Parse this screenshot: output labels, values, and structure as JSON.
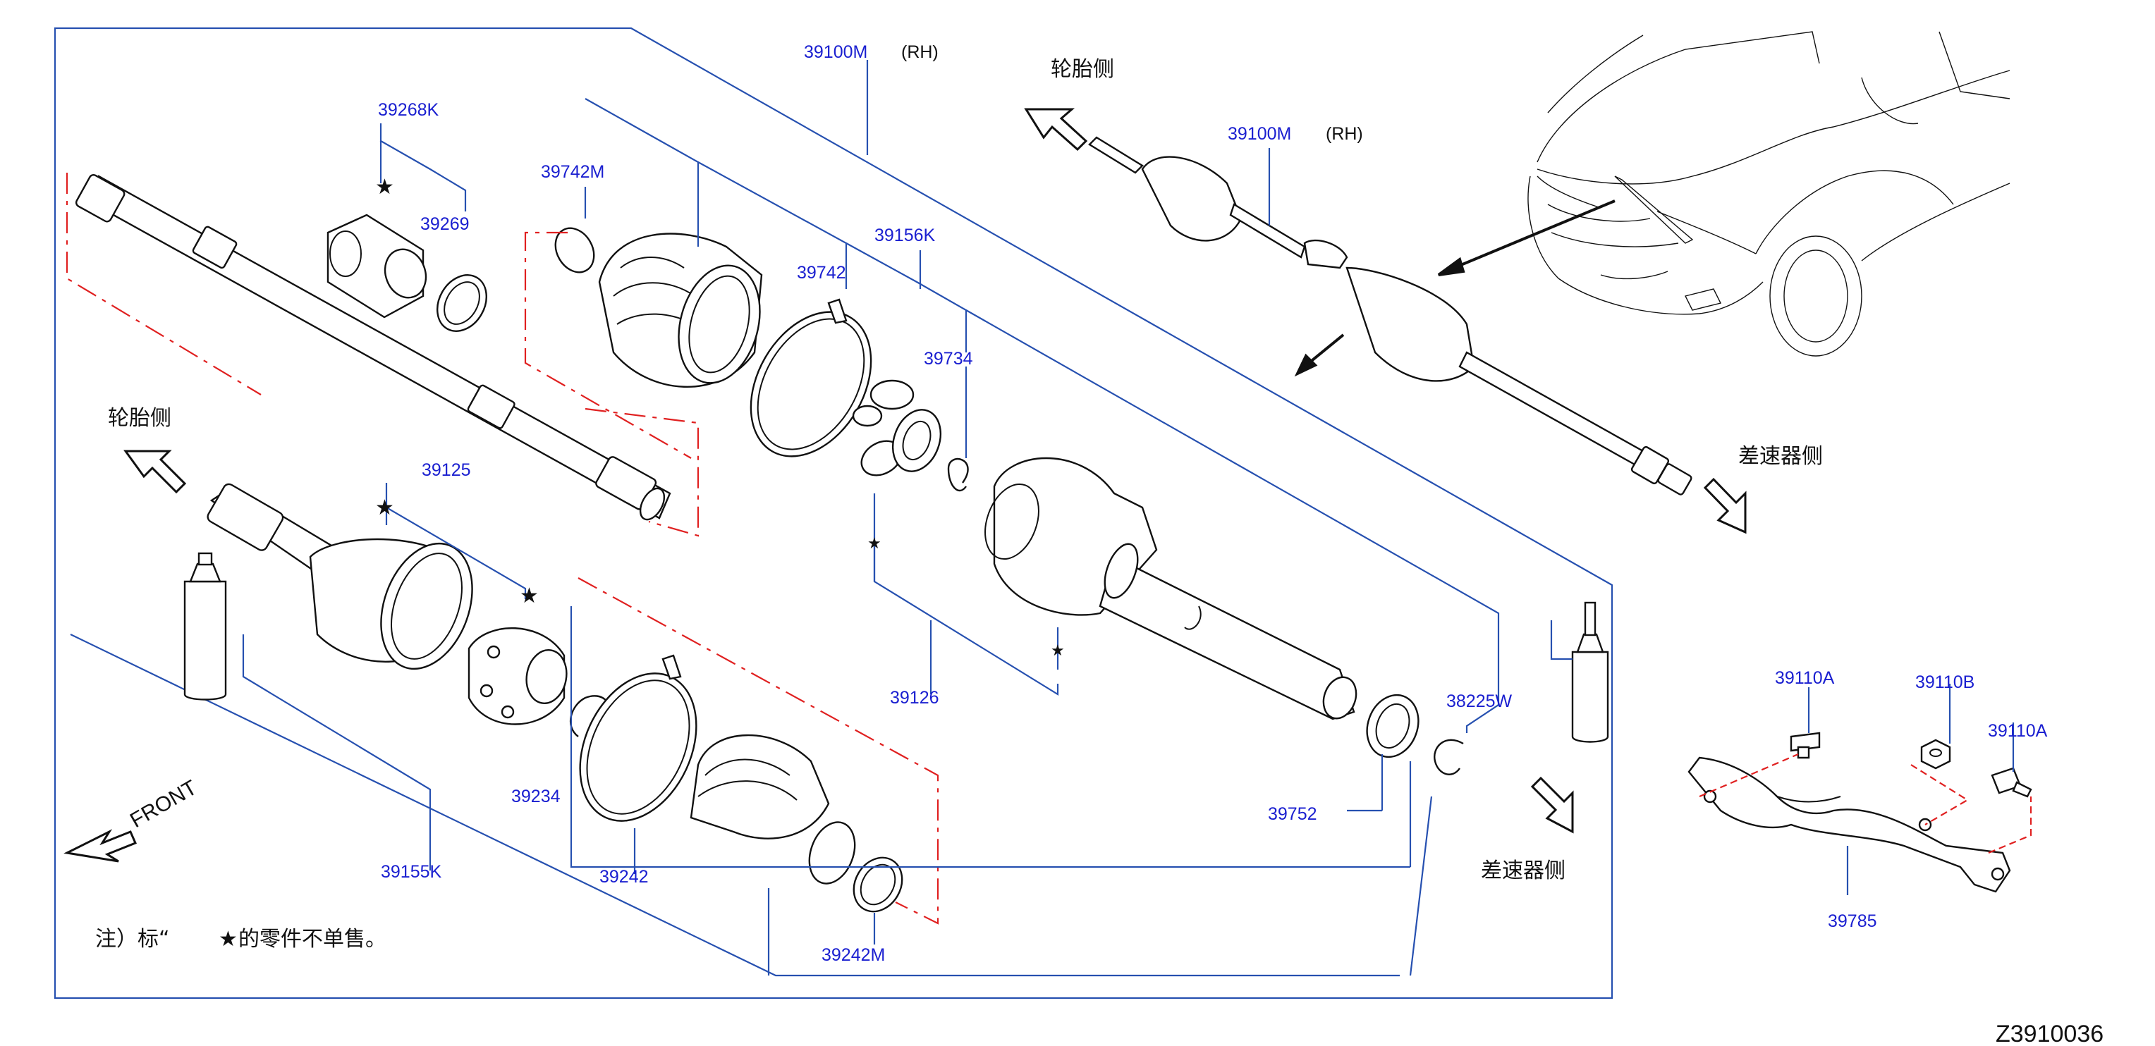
{
  "diagram_code": "Z3910036",
  "note": {
    "prefix": "注）标“",
    "suffix": "的零件不单售。"
  },
  "direction_labels": {
    "wheel_side": "轮胎侧",
    "differential_side": "差速器侧",
    "front": "FRONT"
  },
  "rh_label": "(RH)",
  "parts": {
    "p39100M_main": "39100M",
    "p39100M_car": "39100M",
    "p39268K": "39268K",
    "p39269": "39269",
    "p39742M": "39742M",
    "p39742": "39742",
    "p39156K": "39156K",
    "p39734": "39734",
    "p39125": "39125",
    "p39126": "39126",
    "p38225W": "38225W",
    "p39234": "39234",
    "p39155K": "39155K",
    "p39242": "39242",
    "p39242M": "39242M",
    "p39752": "39752",
    "p39110A_1": "39110A",
    "p39110B": "39110B",
    "p39110A_2": "39110A",
    "p39785": "39785"
  },
  "colors": {
    "part_number": "#1a1fd0",
    "leader_line": "#2650b0",
    "dash_dot_line": "#e02020",
    "drawing": "#111111"
  }
}
